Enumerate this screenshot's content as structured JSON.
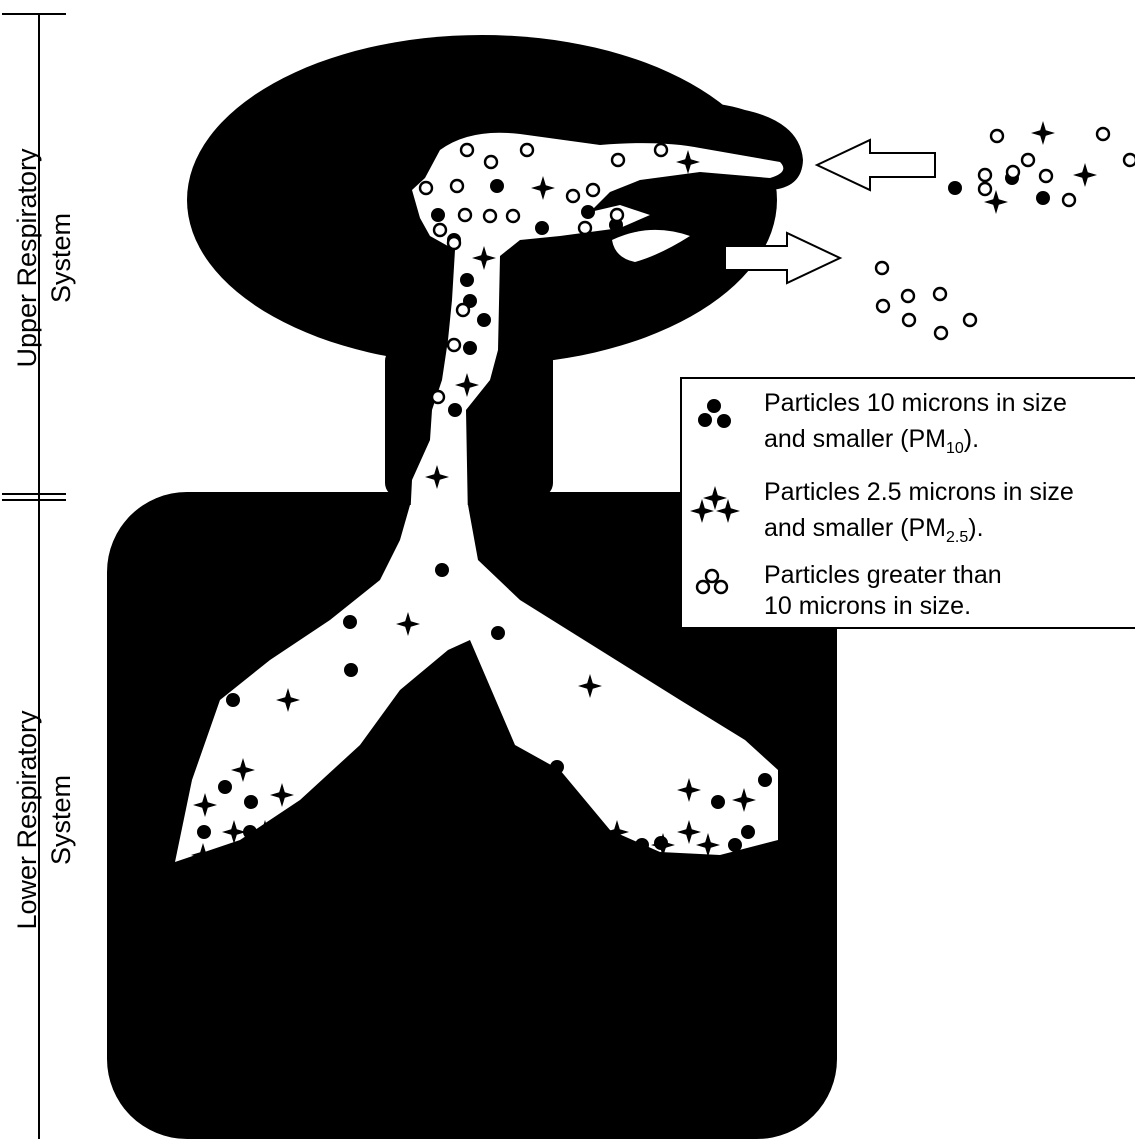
{
  "colors": {
    "ink": "#000000",
    "paper": "#ffffff"
  },
  "scale": {
    "upper": {
      "line1": "Upper Respiratory",
      "line2": "System"
    },
    "lower": {
      "line1": "Lower Respiratory",
      "line2": "System"
    }
  },
  "legend": {
    "pm10": {
      "line1": "Particles 10 microns in size",
      "line2_prefix": "and smaller (PM",
      "line2_sub": "10",
      "line2_suffix": ")."
    },
    "pm25": {
      "line1": "Particles 2.5 microns in size",
      "line2_prefix": "and smaller (PM",
      "line2_sub": "2.5",
      "line2_suffix": ")."
    },
    "large": {
      "line1": "Particles greater than",
      "line2": "10 microns in size."
    }
  },
  "icons": {
    "inhale": "arrow-left-icon",
    "exhale": "arrow-right-icon",
    "pm10": "filled-dot-icon",
    "pm25": "four-point-star-icon",
    "large": "hollow-circle-icon"
  }
}
